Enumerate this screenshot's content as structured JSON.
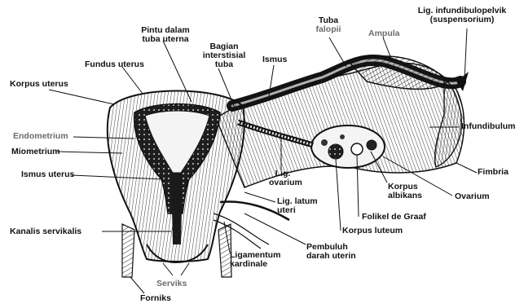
{
  "labels": {
    "korpus_uterus": "Korpus uterus",
    "fundus_uterus": "Fundus uterus",
    "pintu_dalam_1": "Pintu dalam",
    "pintu_dalam_2": "tuba uterna",
    "bagian_1": "Bagian",
    "bagian_2": "interstisial",
    "bagian_3": "tuba",
    "ismus": "Ismus",
    "tuba_1": "Tuba",
    "tuba_2": "falopii",
    "ampula": "Ampula",
    "lig_infundibulopelvik_1": "Lig. infundibulopelvik",
    "lig_infundibulopelvik_2": "(suspensorium)",
    "endometrium": "Endometrium",
    "miometrium": "Miometrium",
    "ismus_uterus": "Ismus uterus",
    "infundibulum": "Infundibulum",
    "fimbria": "Fimbria",
    "lig_ovarium_1": "Lig.",
    "lig_ovarium_2": "ovarium",
    "lig_latum_1": "Lig. latum",
    "lig_latum_2": "uteri",
    "korpus_albikans_1": "Korpus",
    "korpus_albikans_2": "albikans",
    "ovarium": "Ovarium",
    "folikel_de_graaf": "Folikel de Graaf",
    "korpus_luteum": "Korpus luteum",
    "kanalis_servikalis": "Kanalis servikalis",
    "ligamentum_1": "Ligamentum",
    "ligamentum_2": "kardinale",
    "pembuluh_1": "Pembuluh",
    "pembuluh_2": "darah uterin",
    "serviks": "Serviks",
    "forniks": "Forniks"
  },
  "colors": {
    "ink": "#111111",
    "grey_label": "#6b6b6b",
    "watermark": "#f3ead3",
    "cavity_fill": "#2a2a2a",
    "tissue_fill": "#f4f4f4"
  }
}
